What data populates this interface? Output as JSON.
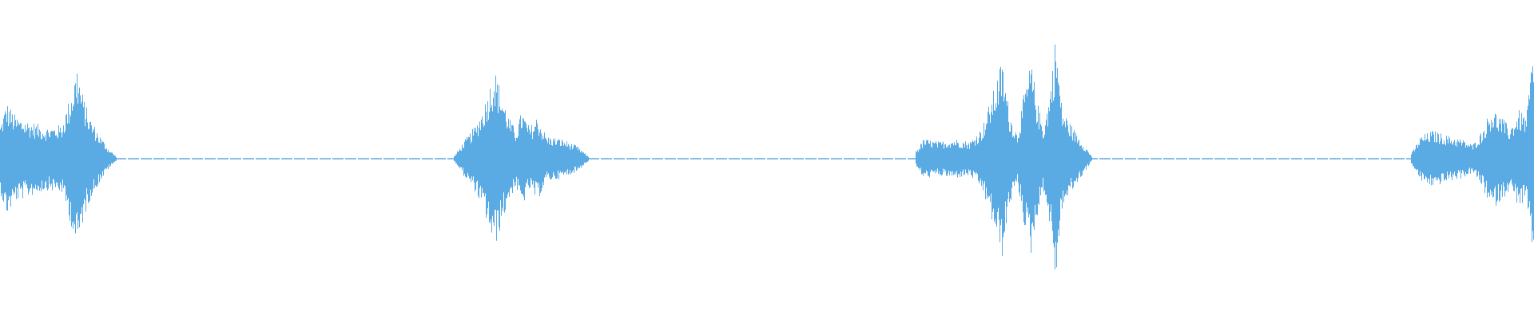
{
  "waveform": {
    "color": "#5aaae4",
    "background": "#ffffff",
    "bursts": [
      {
        "from": 0.0,
        "to": 0.076,
        "envelope": [
          [
            0.0,
            0.24
          ],
          [
            0.004,
            0.4
          ],
          [
            0.01,
            0.3
          ],
          [
            0.02,
            0.26
          ],
          [
            0.03,
            0.22
          ],
          [
            0.04,
            0.24
          ],
          [
            0.046,
            0.46
          ],
          [
            0.05,
            0.66
          ],
          [
            0.054,
            0.44
          ],
          [
            0.058,
            0.3
          ],
          [
            0.064,
            0.18
          ],
          [
            0.07,
            0.08
          ],
          [
            0.076,
            0.01
          ]
        ]
      },
      {
        "from": 0.296,
        "to": 0.384,
        "envelope": [
          [
            0.296,
            0.02
          ],
          [
            0.302,
            0.12
          ],
          [
            0.31,
            0.24
          ],
          [
            0.316,
            0.4
          ],
          [
            0.322,
            0.64
          ],
          [
            0.328,
            0.42
          ],
          [
            0.332,
            0.28
          ],
          [
            0.336,
            0.2
          ],
          [
            0.34,
            0.34
          ],
          [
            0.345,
            0.22
          ],
          [
            0.35,
            0.3
          ],
          [
            0.356,
            0.16
          ],
          [
            0.366,
            0.14
          ],
          [
            0.376,
            0.09
          ],
          [
            0.384,
            0.01
          ]
        ]
      },
      {
        "from": 0.597,
        "to": 0.712,
        "envelope": [
          [
            0.597,
            0.06
          ],
          [
            0.602,
            0.14
          ],
          [
            0.612,
            0.12
          ],
          [
            0.622,
            0.14
          ],
          [
            0.632,
            0.12
          ],
          [
            0.64,
            0.22
          ],
          [
            0.648,
            0.5
          ],
          [
            0.653,
            0.7
          ],
          [
            0.658,
            0.32
          ],
          [
            0.663,
            0.18
          ],
          [
            0.668,
            0.5
          ],
          [
            0.672,
            0.68
          ],
          [
            0.676,
            0.4
          ],
          [
            0.68,
            0.22
          ],
          [
            0.684,
            0.46
          ],
          [
            0.688,
            0.88
          ],
          [
            0.692,
            0.36
          ],
          [
            0.698,
            0.24
          ],
          [
            0.704,
            0.14
          ],
          [
            0.712,
            0.01
          ]
        ]
      },
      {
        "from": 0.92,
        "to": 1.0,
        "envelope": [
          [
            0.92,
            0.04
          ],
          [
            0.926,
            0.16
          ],
          [
            0.934,
            0.2
          ],
          [
            0.944,
            0.16
          ],
          [
            0.952,
            0.14
          ],
          [
            0.96,
            0.1
          ],
          [
            0.966,
            0.2
          ],
          [
            0.972,
            0.36
          ],
          [
            0.978,
            0.3
          ],
          [
            0.984,
            0.22
          ],
          [
            0.99,
            0.34
          ],
          [
            0.995,
            0.3
          ],
          [
            0.998,
            0.68
          ],
          [
            1.0,
            0.7
          ]
        ]
      }
    ],
    "silence_level": 0.012
  }
}
